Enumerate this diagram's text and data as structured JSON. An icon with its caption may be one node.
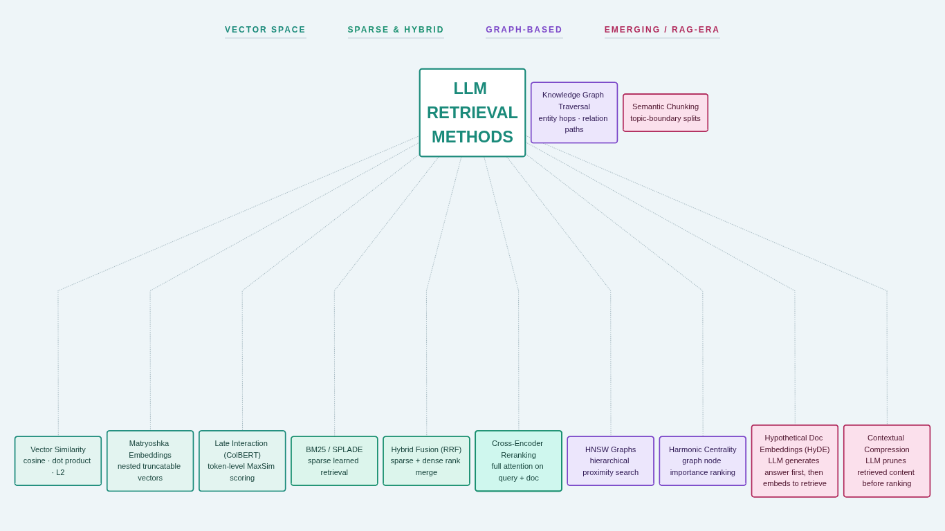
{
  "diagram": {
    "nodes": [
      {
        "text": [
          "LLM RETRIEVAL",
          "METHODS"
        ]
      },
      {
        "text": [
          "Vector Similarity",
          "cosine · dot product · L2"
        ]
      },
      {
        "text": [
          "Matryoshka Embeddings",
          "nested truncatable vectors"
        ]
      },
      {
        "text": [
          "Late Interaction (ColBERT)",
          "token-level MaxSim scoring"
        ]
      },
      {
        "text": [
          "BM25 / SPLADE",
          "sparse learned retrieval"
        ]
      },
      {
        "text": [
          "Hybrid Fusion (RRF)",
          "sparse + dense rank merge"
        ]
      },
      {
        "text": [
          "Cross-Encoder Reranking",
          "full attention on query + doc"
        ]
      },
      {
        "text": [
          "HNSW Graphs",
          "hierarchical proximity search"
        ]
      },
      {
        "text": [
          "Harmonic Centrality",
          "graph node importance ranking"
        ]
      },
      {
        "text": [
          "Knowledge Graph Traversal",
          "entity hops · relation paths"
        ]
      },
      {
        "text": [
          "Hypothetical Doc Embeddings (HyDE)",
          "LLM generates answer first, then embeds to retrieve"
        ]
      },
      {
        "text": [
          "Contextual Compression",
          "LLM prunes retrieved content before ranking"
        ]
      },
      {
        "text": [
          "Semantic Chunking",
          "topic-boundary splits"
        ]
      }
    ],
    "edges": [
      {
        "from": 0,
        "to": 1,
        "arrow": "none",
        "style": "dashed"
      },
      {
        "from": 0,
        "to": 2,
        "arrow": "none",
        "style": "dashed"
      },
      {
        "from": 0,
        "to": 3,
        "arrow": "none",
        "style": "dashed"
      },
      {
        "from": 0,
        "to": 4,
        "arrow": "none",
        "style": "dashed"
      },
      {
        "from": 0,
        "to": 5,
        "arrow": "none",
        "style": "dashed"
      },
      {
        "from": 0,
        "to": 6,
        "arrow": "none",
        "style": "dashed"
      },
      {
        "from": 0,
        "to": 7,
        "arrow": "none",
        "style": "dashed"
      },
      {
        "from": 0,
        "to": 8,
        "arrow": "none",
        "style": "dashed"
      },
      {
        "from": 0,
        "to": 10,
        "arrow": "none",
        "style": "dashed"
      },
      {
        "from": 0,
        "to": 11,
        "arrow": "none",
        "style": "dashed"
      }
    ],
    "labels": [
      "VECTOR SPACE",
      "SPARSE & HYBRID",
      "GRAPH-BASED",
      "EMERGING / RAG-ERA"
    ]
  }
}
